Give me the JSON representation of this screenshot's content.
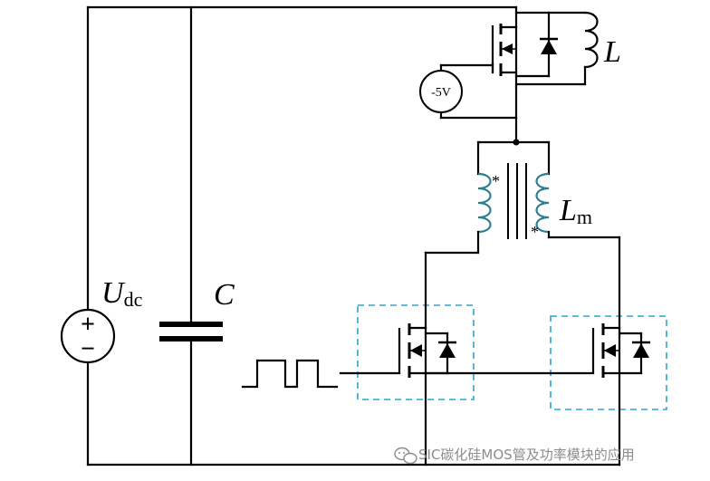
{
  "labels": {
    "udc_main": "U",
    "udc_sub": "dc",
    "capacitor": "C",
    "inductor": "L",
    "lm_main": "L",
    "lm_sub": "m",
    "source": "-5V",
    "dot_primary": "*",
    "dot_secondary": "*",
    "plus": "+",
    "minus": "−"
  },
  "watermark": {
    "text": "SIC碳化硅MOS管及功率模块的应用"
  },
  "colors": {
    "wire": "#000000",
    "coil": "#2c7f8f",
    "dashed_box": "#2aa6d4",
    "watermark": "#8c8c8c"
  }
}
